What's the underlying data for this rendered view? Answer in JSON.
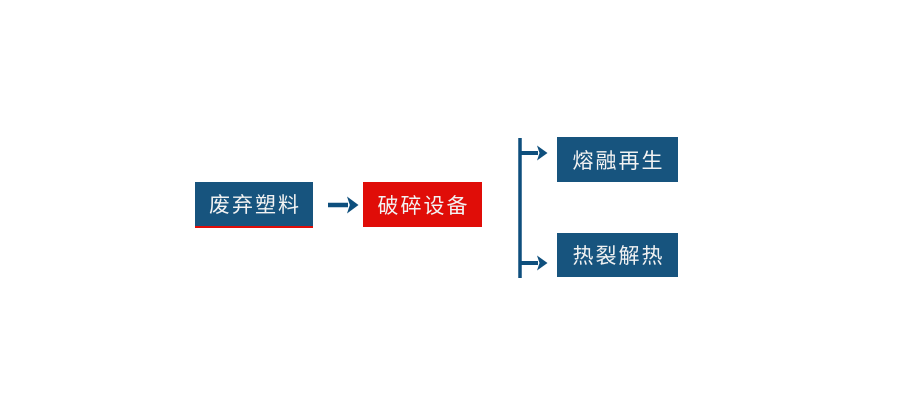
{
  "diagram": {
    "type": "flowchart",
    "nodes": [
      {
        "id": "waste-plastic",
        "label": "废弃塑料",
        "fill": "#17547E",
        "underline": "#E00D08"
      },
      {
        "id": "crushing-equipment",
        "label": "破碎设备",
        "fill": "#E00D08"
      },
      {
        "id": "melt-regeneration",
        "label": "熔融再生",
        "fill": "#17547E"
      },
      {
        "id": "pyrolysis-heat",
        "label": "热裂解热",
        "fill": "#17547E"
      }
    ],
    "edges": [
      {
        "from": "waste-plastic",
        "to": "crushing-equipment"
      },
      {
        "from": "crushing-equipment",
        "to": "melt-regeneration"
      },
      {
        "from": "crushing-equipment",
        "to": "pyrolysis-heat"
      }
    ],
    "colors": {
      "node_blue": "#17547E",
      "node_red": "#E00D08",
      "connector_blue": "#0E4F7D",
      "text": "#F2F2F2",
      "background": "#FFFFFF"
    }
  }
}
